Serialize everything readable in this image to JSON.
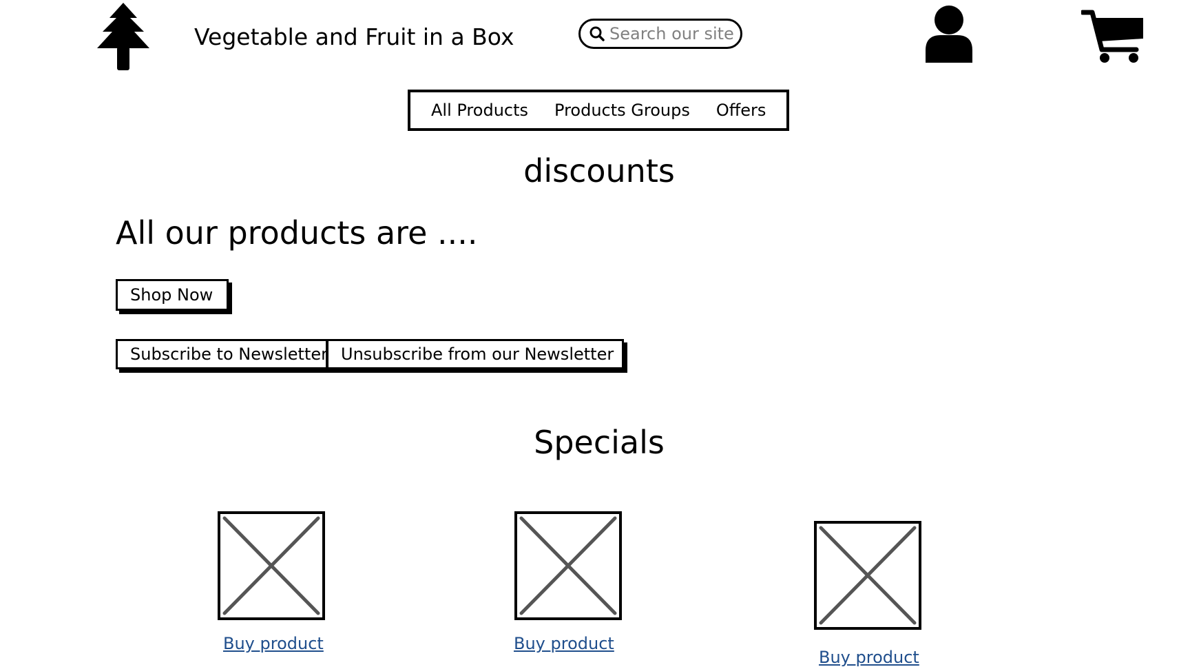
{
  "header": {
    "logo_icon": "tree-icon",
    "title": "Vegetable and Fruit in a Box",
    "search": {
      "placeholder": "Search our site",
      "icon": "search-icon"
    },
    "user_icon": "user-icon",
    "cart_icon": "cart-icon"
  },
  "nav": {
    "items": [
      {
        "label": "All Products"
      },
      {
        "label": "Products Groups"
      },
      {
        "label": "Offers"
      }
    ]
  },
  "main": {
    "discounts_heading": "discounts",
    "hero_text": "All our products are ....",
    "shop_now_label": "Shop Now",
    "subscribe_label": "Subscribe to Newsletter",
    "unsubscribe_label": "Unsubscribe from our Newsletter",
    "specials_heading": "Specials",
    "products": [
      {
        "image": "image-placeholder",
        "link_label": "Buy product"
      },
      {
        "image": "image-placeholder",
        "link_label": "Buy product"
      },
      {
        "image": "image-placeholder",
        "link_label": "Buy product"
      }
    ]
  },
  "colors": {
    "text": "#000000",
    "link": "#1f4e8c",
    "placeholder_text": "#808080",
    "image_cross": "#555555"
  }
}
